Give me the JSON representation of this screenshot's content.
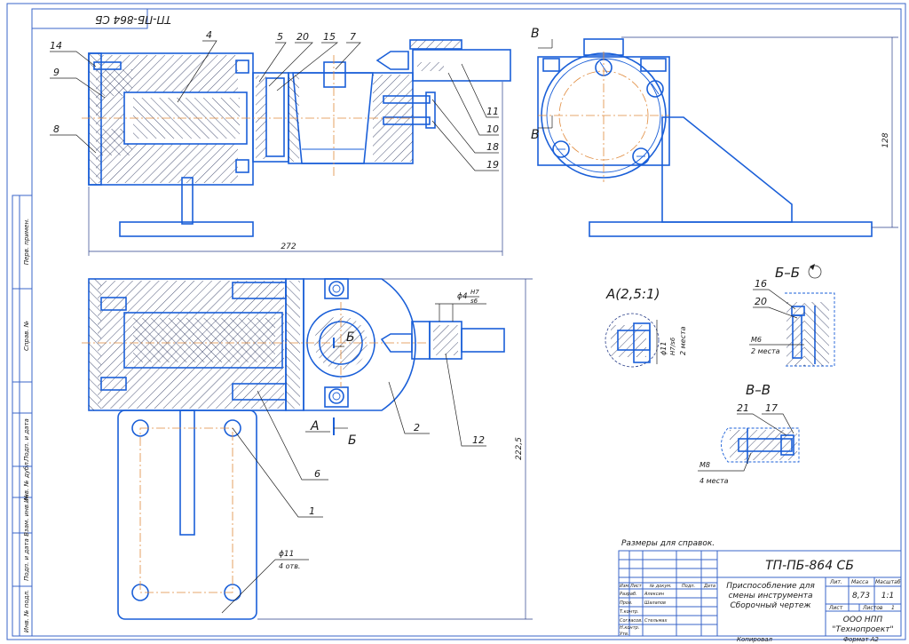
{
  "doc_code_top": "ТП-ПБ-864 СБ",
  "doc_code": "ТП-ПБ-864 СБ",
  "note": "Размеры для справок.",
  "title_lines": [
    "Приспособление для",
    "смены инструмента",
    "Сборочный чертеж"
  ],
  "company_lines": [
    "ООО НПП",
    "\"Технопроект\""
  ],
  "mass": "8,73",
  "scale": "1:1",
  "sheet_label": "Лист",
  "sheets_label": "Листов",
  "sheets_value": "1",
  "copied": "Копировал",
  "format": "Формат  А2",
  "header": {
    "lit": "Лит.",
    "mass": "Масса",
    "scale": "Масштаб"
  },
  "stamp_cols": [
    "Изм.",
    "Лист",
    "№ докум.",
    "Подп.",
    "Дата"
  ],
  "stamp_rows": [
    {
      "role": "Разраб.",
      "name": "Алексин"
    },
    {
      "role": "Пров.",
      "name": "Шалапов"
    },
    {
      "role": "Т.контр.",
      "name": ""
    },
    {
      "role": "Согласов.",
      "name": "Стельмах"
    },
    {
      "role": "Н.контр.",
      "name": ""
    },
    {
      "role": "Утв.",
      "name": ""
    }
  ],
  "side_fields": [
    "Перв. примен.",
    "Справ. №",
    "Подп. и дата",
    "Инв. № дубл.",
    "Взам. инв. №",
    "Подп. и дата",
    "Инв. № подл."
  ],
  "callouts": [
    "14",
    "9",
    "8",
    "4",
    "5",
    "20",
    "15",
    "7",
    "11",
    "10",
    "18",
    "19",
    "12",
    "2",
    "6",
    "1"
  ],
  "dims": {
    "d272": "272",
    "d128": "128",
    "d2225": "222,5",
    "phi4": "ϕ4",
    "phi4_fit_top": "H7",
    "phi4_fit_bot": "s6",
    "phi11": "ϕ11",
    "phi11_note": "4 отв."
  },
  "views": {
    "sec_A": "А(2,5:1)",
    "sec_BB": "Б–Б",
    "sec_VV": "В–В",
    "cut_V": "В",
    "cut_B": "Б",
    "cut_A": "А"
  },
  "detail_A": {
    "dia": "ϕ11",
    "fit": "H7/s6",
    "note": "2 места"
  },
  "detail_BB": {
    "c16": "16",
    "c20": "20",
    "thread": "М6",
    "note": "2 места"
  },
  "detail_VV": {
    "c21": "21",
    "c17": "17",
    "thread": "М8",
    "note": "4 места"
  }
}
